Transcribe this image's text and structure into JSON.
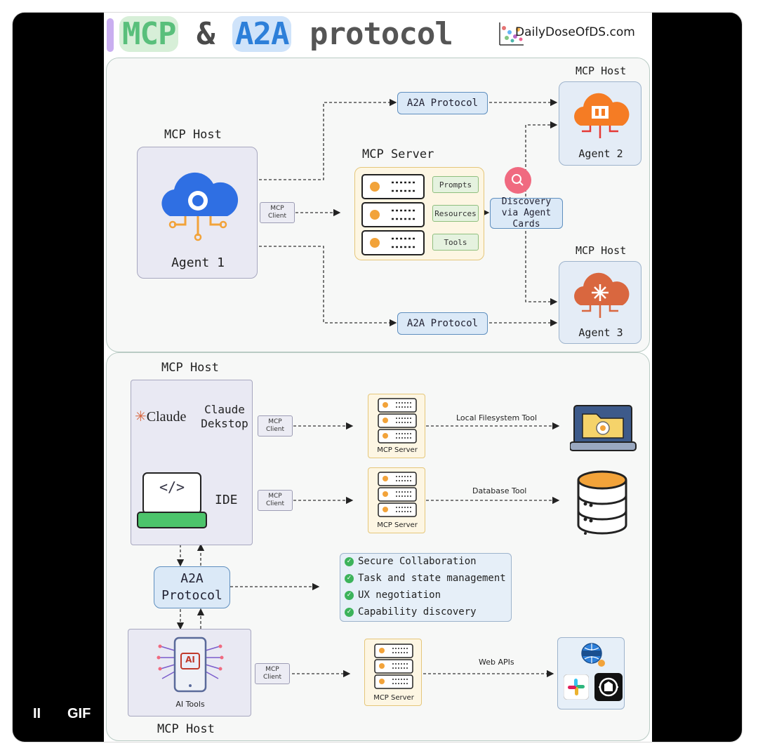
{
  "header": {
    "title_part1": "MCP",
    "title_amp": "&",
    "title_part2": "A2A",
    "title_part3": "protocol",
    "brand": "DailyDoseOfDS.com"
  },
  "top": {
    "agent1_host_label": "MCP Host",
    "agent1_label": "Agent 1",
    "mcp_client": "MCP Client",
    "mcp_server_label": "MCP Server",
    "server_items": [
      "Prompts",
      "Resources",
      "Tools"
    ],
    "a2a_top": "A2A Protocol",
    "a2a_bottom": "A2A Protocol",
    "discovery": "Discovery via Agent Cards",
    "agent2_host_label": "MCP Host",
    "agent2_label": "Agent 2",
    "agent3_host_label": "MCP Host",
    "agent3_label": "Agent 3"
  },
  "bottom": {
    "host_label_top": "MCP Host",
    "claude_logo": "Claude",
    "claude_desktop": "Claude Dekstop",
    "ide_label": "IDE",
    "ide_code": "</>",
    "client1": "MCP Client",
    "client2": "MCP Client",
    "client3": "MCP Client",
    "server1": "MCP Server",
    "server2": "MCP Server",
    "server3": "MCP Server",
    "tool1": "Local Filesystem Tool",
    "tool2": "Database Tool",
    "tool3": "Web APIs",
    "a2a_protocol": "A2A Protocol",
    "features": [
      "Secure Collaboration",
      "Task and state management",
      "UX negotiation",
      "Capability discovery"
    ],
    "ai_badge": "AI",
    "ai_tools": "AI Tools",
    "host_label_bottom": "MCP Host"
  },
  "player": {
    "pause": "II",
    "gif": "GIF"
  },
  "colors": {
    "a2a_blue": "#dbe9f7",
    "server_yellow": "#fdf6e3",
    "host_gray": "#e9e9f3",
    "accent_orange": "#f2a33a",
    "check_green": "#3cb35b"
  }
}
